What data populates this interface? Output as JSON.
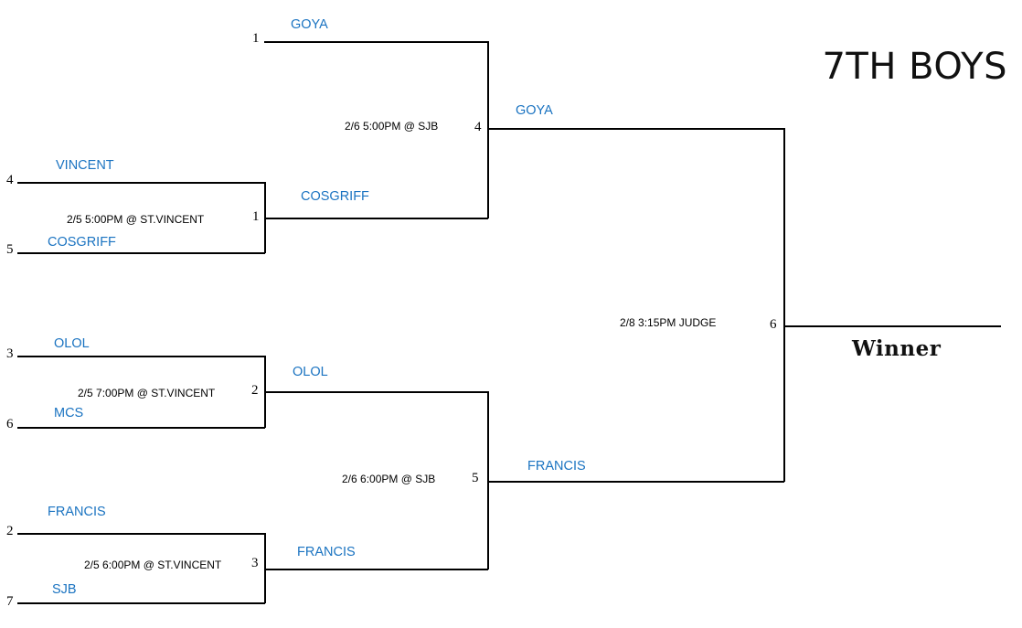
{
  "title": "7TH BOYS",
  "winner_label": "Winner",
  "round1": [
    {
      "top_seed": "4",
      "top_team": "VINCENT",
      "bottom_seed": "5",
      "bottom_team": "COSGRIFF",
      "info": "2/5 5:00PM @ ST.VINCENT",
      "game_num": "1",
      "winner": "COSGRIFF"
    },
    {
      "top_seed": "3",
      "top_team": "OLOL",
      "bottom_seed": "6",
      "bottom_team": "MCS",
      "info": "2/5 7:00PM @ ST.VINCENT",
      "game_num": "2",
      "winner": "OLOL"
    },
    {
      "top_seed": "2",
      "top_team": "FRANCIS",
      "bottom_seed": "7",
      "bottom_team": "SJB",
      "info": "2/5 6:00PM @ ST.VINCENT",
      "game_num": "3",
      "winner": "FRANCIS"
    }
  ],
  "bye": {
    "seed": "1",
    "team": "GOYA"
  },
  "round2": [
    {
      "info": "2/6 5:00PM @ SJB",
      "game_num": "4",
      "winner": "GOYA"
    },
    {
      "info": "2/6 6:00PM @ SJB",
      "game_num": "5",
      "winner": "FRANCIS"
    }
  ],
  "final": {
    "info": "2/8 3:15PM JUDGE",
    "game_num": "6"
  }
}
